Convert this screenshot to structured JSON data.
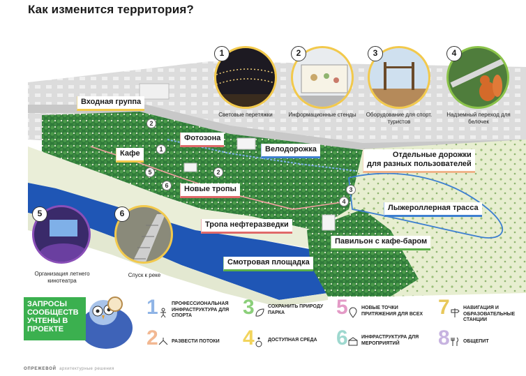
{
  "title": "Как изменится территория?",
  "map_labels": {
    "entrance": "Входная группа",
    "photozone": "Фотозона",
    "cafe": "Кафе",
    "bike_path": "Велодорожка",
    "new_trails": "Новые тропы",
    "separate_paths_line1": "Отдельные дорожки",
    "separate_paths_line2": "для разных пользователей",
    "ski_track": "Лыжероллерная трасса",
    "oil_trail": "Тропа нефтеразведки",
    "pavilion": "Павильон с кафе-баром",
    "viewpoint": "Смотровая площадка"
  },
  "map_numbers": [
    "2",
    "1",
    "5",
    "6",
    "2",
    "3",
    "4"
  ],
  "photos": [
    {
      "num": "1",
      "caption": "Световые перетяжки"
    },
    {
      "num": "2",
      "caption": "Информационные стенды"
    },
    {
      "num": "3",
      "caption": "Оборудование для спорт. туристов"
    },
    {
      "num": "4",
      "caption": "Надземный переход для белочек"
    },
    {
      "num": "5",
      "caption": "Организация летнего кинотеатра"
    },
    {
      "num": "6",
      "caption": "Спуск к реке"
    }
  ],
  "requests_box": "Запросы сообществ учтены в проекте",
  "legend": [
    {
      "num": "1",
      "text": "Профессиональная инфраструктура для спорта",
      "color": "#8fb4e6"
    },
    {
      "num": "2",
      "text": "Развести потоки",
      "color": "#f2b892"
    },
    {
      "num": "3",
      "text": "Сохранить природу парка",
      "color": "#8bcf7a"
    },
    {
      "num": "4",
      "text": "Доступная среда",
      "color": "#f2d45c"
    },
    {
      "num": "5",
      "text": "Новые точки притяжения для всех",
      "color": "#e39ac6"
    },
    {
      "num": "6",
      "text": "Инфраструктура для мероприятий",
      "color": "#9ed8cf"
    },
    {
      "num": "7",
      "text": "Навигация и образовательные станции",
      "color": "#e8c85a"
    },
    {
      "num": "8",
      "text": "Общепит",
      "color": "#c7b3e0"
    }
  ],
  "footer_brand": "ОПРЕЖЕВОЙ",
  "footer_sub": "архитектурные решения",
  "colors": {
    "river": "#1f56b5",
    "forest": "#2f7a3a",
    "accent_green": "#3bb04f"
  }
}
